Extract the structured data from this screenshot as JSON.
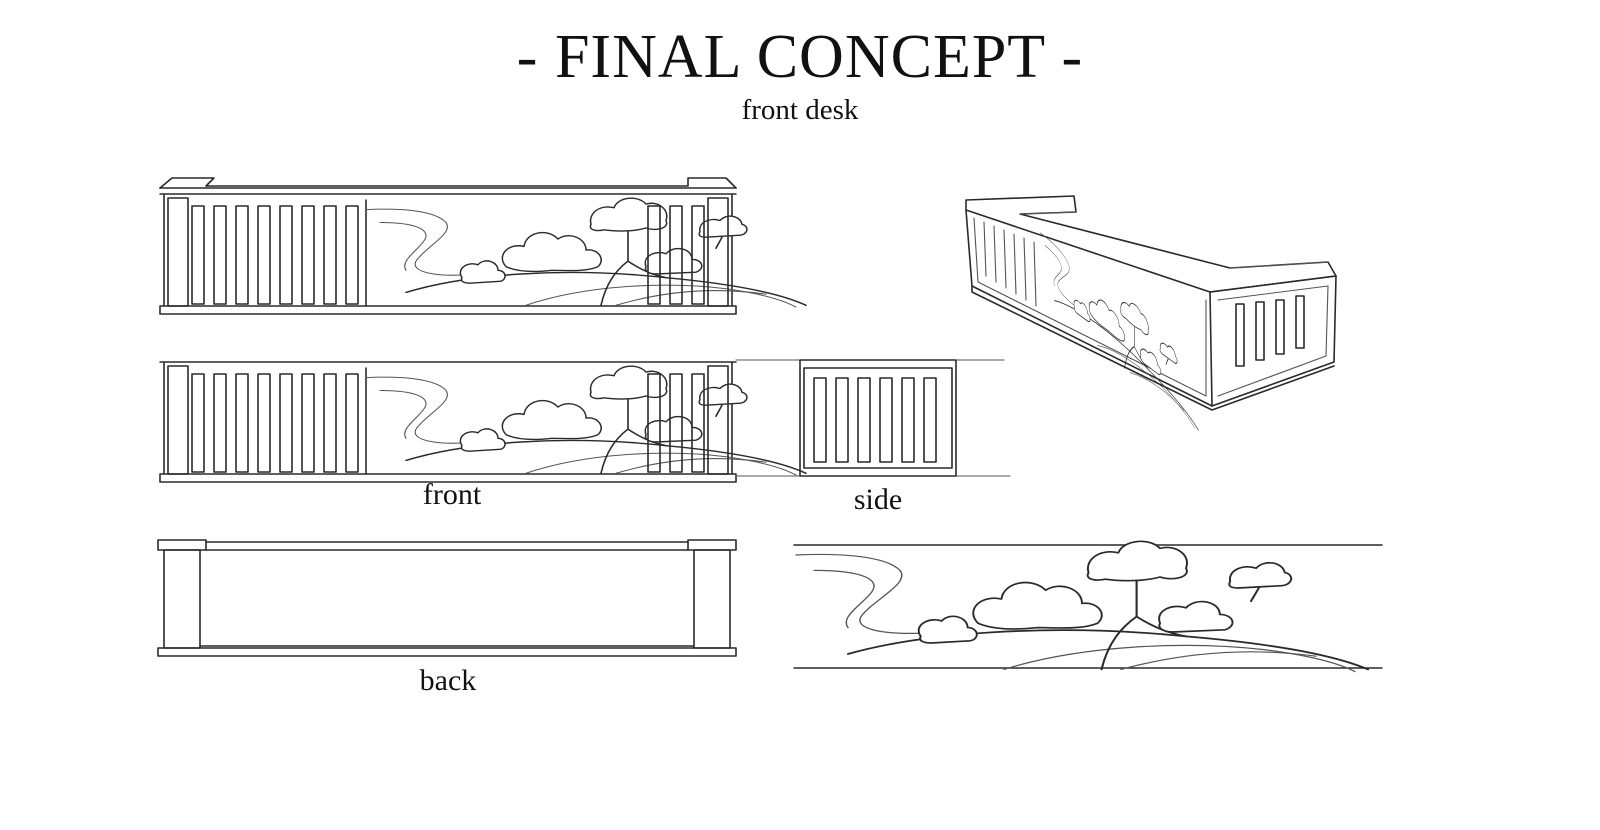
{
  "sheet": {
    "title": "- FINAL CONCEPT -",
    "subtitle": "front desk"
  },
  "views": {
    "front_label": "front",
    "side_label": "side",
    "back_label": "back"
  }
}
